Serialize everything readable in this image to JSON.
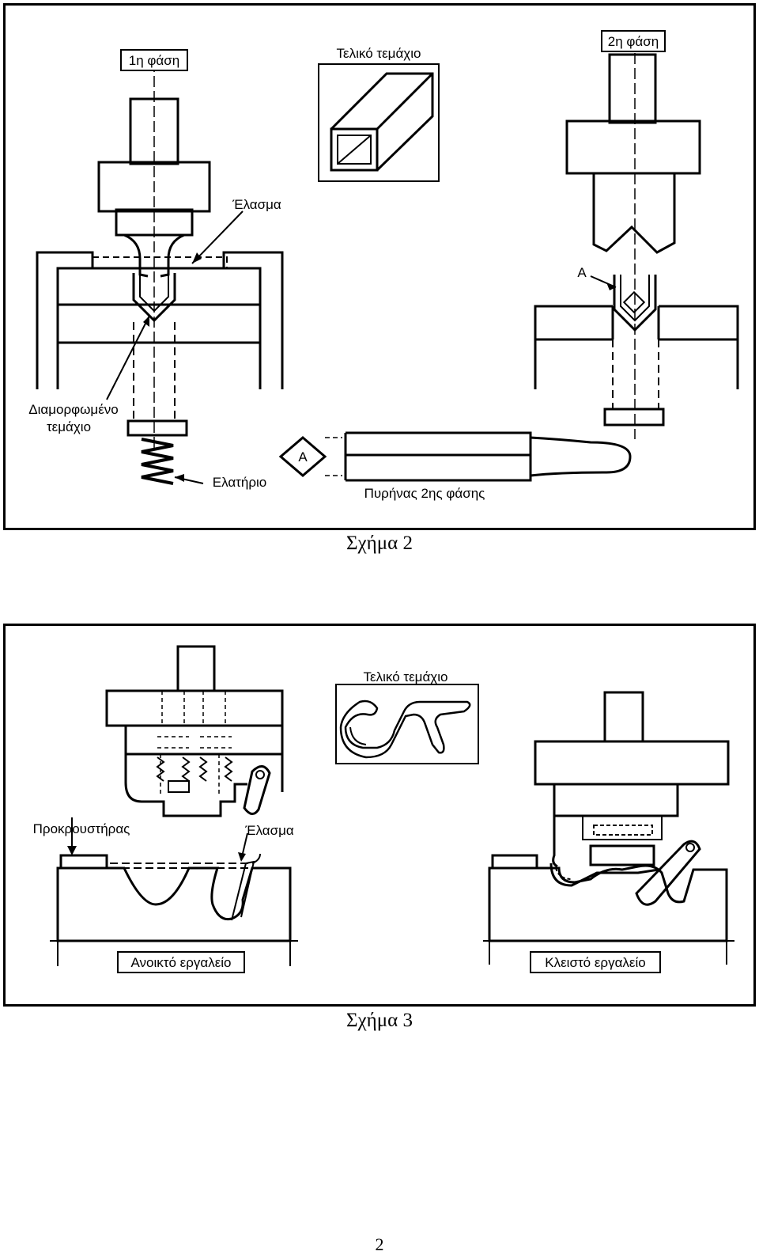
{
  "figure2": {
    "caption": "Σχήμα 2",
    "labels": {
      "phase1": "1η φάση",
      "final_part": "Τελικό τεμάχιο",
      "phase2": "2η φάση",
      "sheet": "Έλασμα",
      "marker_a": "A",
      "formed_part_line1": "Διαμορφωμένο",
      "formed_part_line2": "τεμάχιο",
      "spring": "Ελατήριο",
      "marker_a_core": "A",
      "core": "Πυρήνας 2ης φάσης"
    }
  },
  "figure3": {
    "caption": "Σχήμα 3",
    "labels": {
      "final_part": "Τελικό τεμάχιο",
      "stop": "Προκρουστήρας",
      "sheet": "Έλασμα",
      "open_tool": "Ανοικτό εργαλείο",
      "closed_tool": "Κλειστό εργαλείο"
    }
  },
  "page_number": "2"
}
